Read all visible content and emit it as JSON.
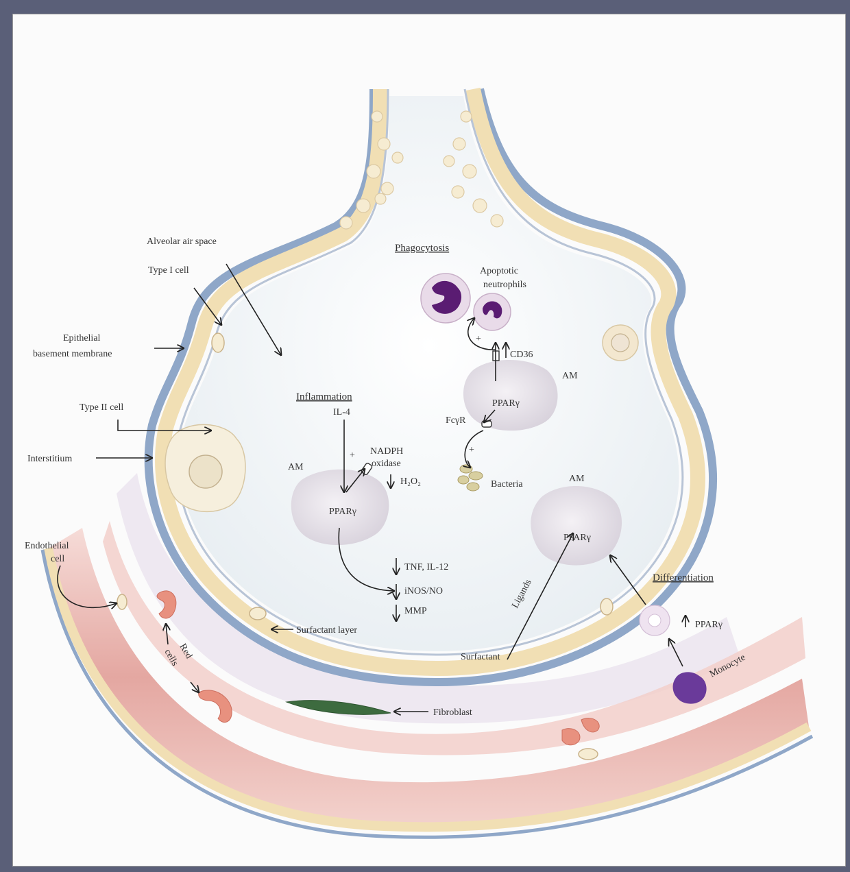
{
  "labels": {
    "alveolar_air_space": "Alveolar air space",
    "type_i_cell": "Type I cell",
    "epithelial_bm_1": "Epithelial",
    "epithelial_bm_2": "basement membrane",
    "type_ii_cell": "Type II cell",
    "interstitium": "Interstitium",
    "endothelial_1": "Endothelial",
    "endothelial_2": "cell",
    "red_cells_1": "Red",
    "red_cells_2": "cells",
    "surfactant_layer": "Surfactant layer",
    "fibroblast": "Fibroblast",
    "surfactant": "Surfactant",
    "ligands": "Ligands",
    "monocyte": "Monocyte",
    "bacteria": "Bacteria",
    "apoptotic_1": "Apoptotic",
    "apoptotic_2": "neutrophils",
    "cd36": "CD36",
    "fcyr": "FcγR",
    "nadph_1": "NADPH",
    "nadph_2": "oxidase",
    "h2o2": "H₂O₂",
    "il4": "IL-4",
    "am_left": "AM",
    "am_top": "AM",
    "am_right": "AM",
    "ppar_left": "PPARγ",
    "ppar_top": "PPARγ",
    "ppar_right": "PPARγ",
    "ppar_diff": "PPARγ",
    "tnf": "TNF, IL-12",
    "inos": "iNOS/NO",
    "mmp": "MMP",
    "plus1": "+",
    "plus2": "+",
    "plus3": "+"
  },
  "headings": {
    "phagocytosis": "Phagocytosis",
    "inflammation": "Inflammation",
    "differentiation": "Differentiation"
  },
  "colors": {
    "background": "#fbfbfb",
    "epithelium": "#f1dfb4",
    "membrane_blue": "#8fa7c8",
    "vessel_red": "#e3a6a1",
    "vessel_light": "#f3d6d2",
    "macrophage": "#e7e3ea",
    "neutrophil": "#7b3c8f",
    "fibroblast": "#3d6b3f"
  }
}
